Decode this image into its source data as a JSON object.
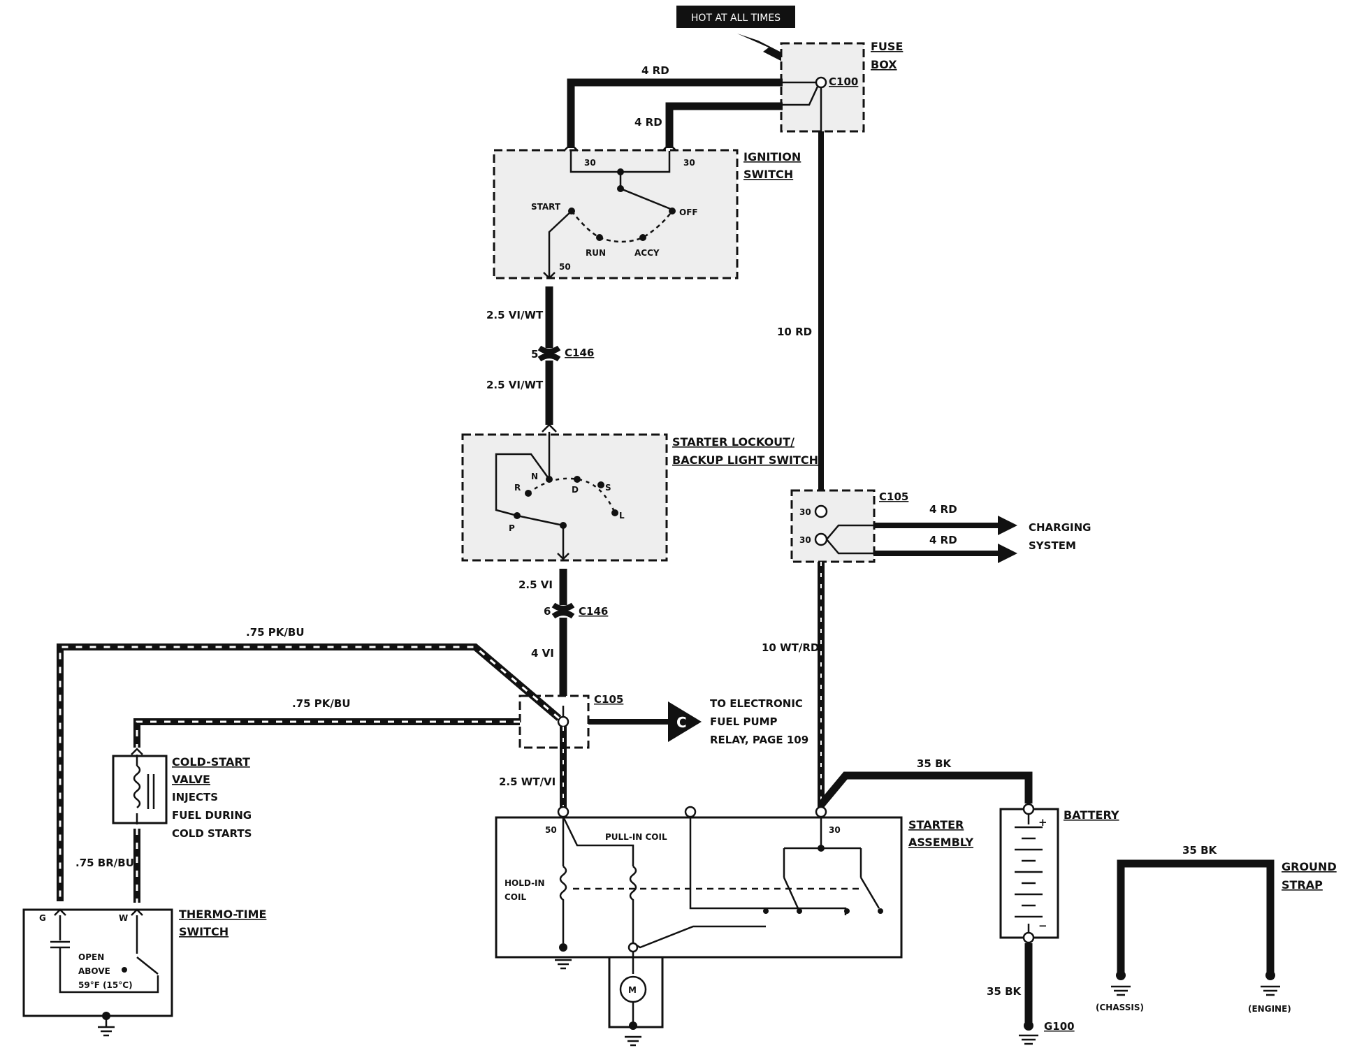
{
  "banner": "HOT AT ALL TIMES",
  "components": {
    "fuse_box": {
      "line1": "FUSE",
      "line2": "BOX",
      "connector": "C100"
    },
    "ignition_switch": {
      "line1": "IGNITION",
      "line2": "SWITCH",
      "pin_a": "30",
      "pin_b": "30",
      "pin_out": "50",
      "pos_start": "START",
      "pos_off": "OFF",
      "pos_run": "RUN",
      "pos_accy": "ACCY"
    },
    "starter_lockout": {
      "line1": "STARTER LOCKOUT/",
      "line2": "BACKUP LIGHT SWITCH",
      "pos_r": "R",
      "pos_n": "N",
      "pos_d": "D",
      "pos_s": "S",
      "pos_l": "L",
      "pos_p": "P"
    },
    "c105_right": {
      "name": "C105",
      "pin_a": "30",
      "pin_b": "30"
    },
    "charging_system": {
      "line1": "CHARGING",
      "line2": "SYSTEM"
    },
    "c105_center": {
      "name": "C105"
    },
    "c146_upper": {
      "name": "C146",
      "pin": "5"
    },
    "c146_lower": {
      "name": "C146",
      "pin": "6"
    },
    "fuel_pump_relay": {
      "symbol": "C",
      "line1": "TO ELECTRONIC",
      "line2": "FUEL PUMP",
      "line3": "RELAY, PAGE 109"
    },
    "cold_start_valve": {
      "line1": "COLD-START",
      "line2": "VALVE",
      "line3": "INJECTS",
      "line4": "FUEL DURING",
      "line5": "COLD STARTS"
    },
    "thermo_time_switch": {
      "line1": "THERMO-TIME",
      "line2": "SWITCH",
      "pin_g": "G",
      "pin_w": "W",
      "note1": "OPEN",
      "note2": "ABOVE",
      "note3": "59°F (15°C)"
    },
    "starter_assembly": {
      "line1": "STARTER",
      "line2": "ASSEMBLY",
      "pin_50": "50",
      "pin_30": "30",
      "pull_in": "PULL-IN COIL",
      "hold_in1": "HOLD-IN",
      "hold_in2": "COIL",
      "motor": "M"
    },
    "battery": {
      "label": "BATTERY",
      "plus": "+",
      "minus": "−"
    },
    "ground_g100": {
      "label": "G100"
    },
    "ground_strap": {
      "line1": "GROUND",
      "line2": "STRAP",
      "chassis": "(CHASSIS)",
      "engine": "(ENGINE)"
    }
  },
  "wires": {
    "fuse_to_ign_a": "4 RD",
    "fuse_to_ign_b": "4 RD",
    "fuse_to_c105": "10 RD",
    "ign_to_c146": "2.5 VI/WT",
    "c146_to_lockout": "2.5 VI/WT",
    "lockout_to_c146": "2.5 VI",
    "c146_to_c105": "4 VI",
    "to_charging_a": "4 RD",
    "to_charging_b": "4 RD",
    "c105_to_starter": "10 WT/RD",
    "to_thermo_g": ".75 PK/BU",
    "to_cold_start": ".75 PK/BU",
    "c105_to_starter50": "2.5 WT/VI",
    "cold_to_thermo": ".75 BR/BU",
    "starter_to_battery": "35 BK",
    "battery_to_ground": "35 BK",
    "ground_strap_wire": "35 BK"
  }
}
